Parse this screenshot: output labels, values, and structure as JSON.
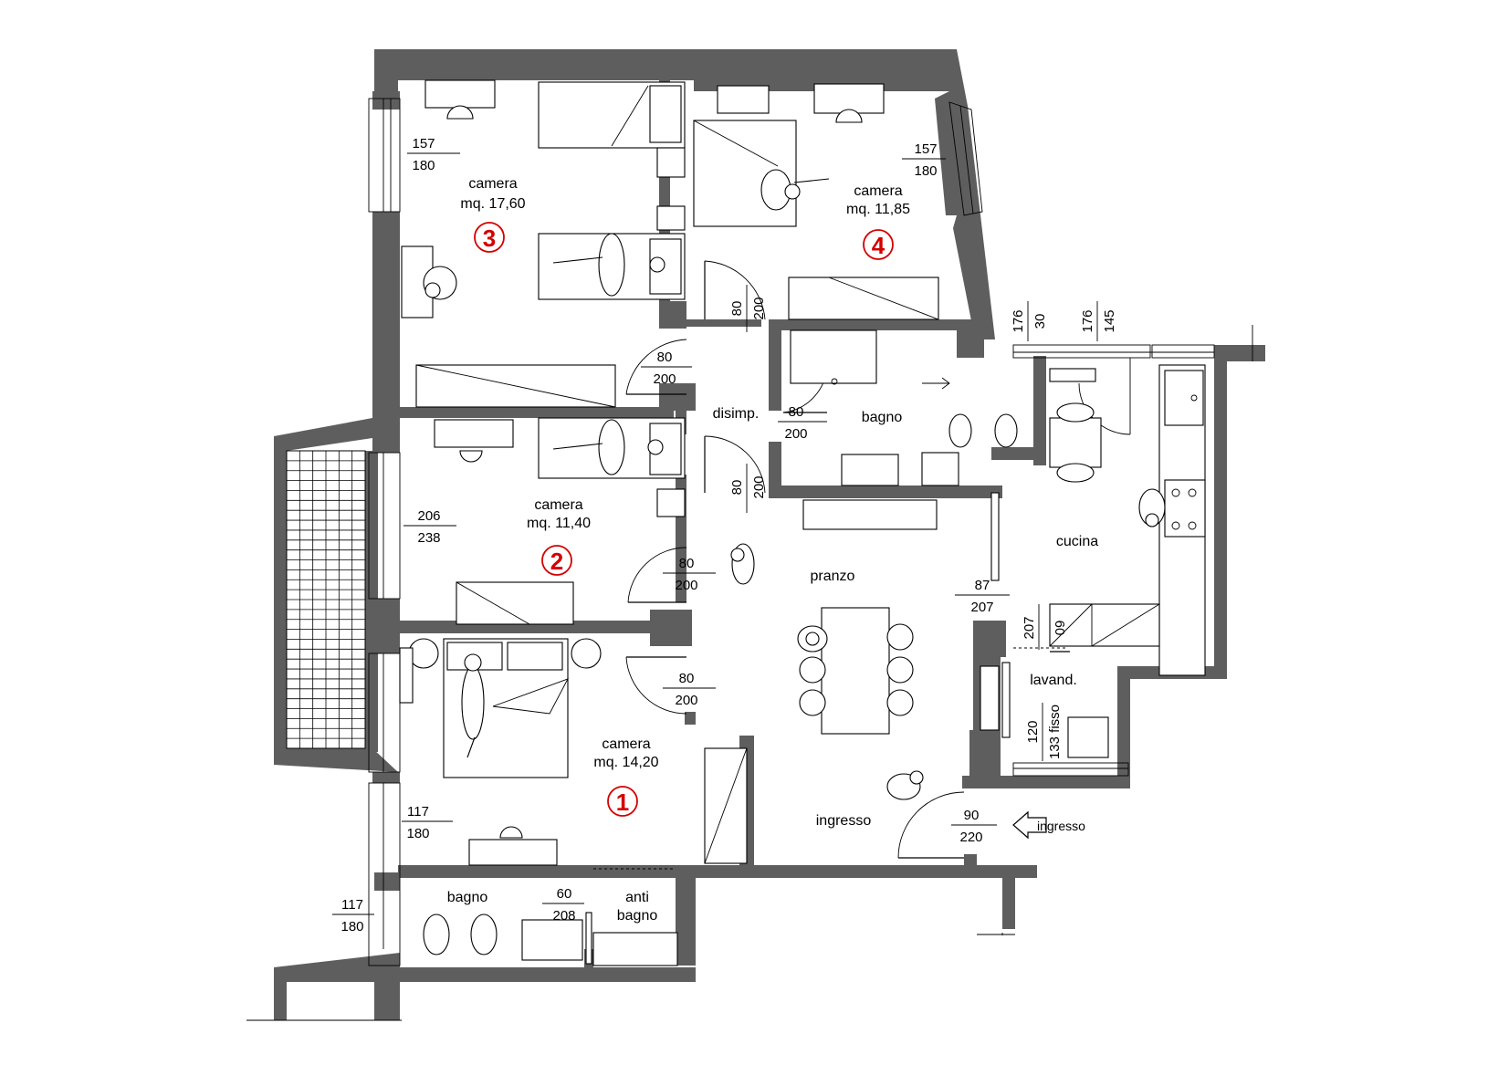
{
  "rooms": {
    "camera3": {
      "name": "camera",
      "area": "mq. 17,60",
      "number": "3"
    },
    "camera4": {
      "name": "camera",
      "area": "mq. 11,85",
      "number": "4"
    },
    "camera2": {
      "name": "camera",
      "area": "mq. 11,40",
      "number": "2"
    },
    "camera1": {
      "name": "camera",
      "area": "mq. 14,20",
      "number": "1"
    },
    "disimpegno": "disimp.",
    "bagno_top": "bagno",
    "bagno_bottom": "bagno",
    "antibagno": [
      "anti",
      "bagno"
    ],
    "pranzo": "pranzo",
    "cucina": "cucina",
    "lavanderia": "lavand.",
    "ingresso": "ingresso",
    "entrance_arrow": "ingresso"
  },
  "windows": {
    "camera3": {
      "width": "157",
      "height": "180"
    },
    "camera4": {
      "width": "157",
      "height": "180"
    },
    "camera2": {
      "width": "206",
      "height": "238"
    },
    "camera1": {
      "width": "117",
      "height": "180"
    },
    "bagno": {
      "width": "117",
      "height": "180"
    },
    "kitchen_left": {
      "width": "176",
      "height": "30"
    },
    "kitchen_right": {
      "width": "176",
      "height": "145"
    },
    "lavanderia": {
      "width": "133 fisso",
      "height": "120"
    }
  },
  "doors": {
    "camera4_door": {
      "width": "80",
      "height": "200"
    },
    "camera3_door": {
      "width": "80",
      "height": "200"
    },
    "disimp_door": {
      "width": "80",
      "height": "200"
    },
    "bagno_door": {
      "width": "80",
      "height": "200"
    },
    "camera2_door": {
      "width": "80",
      "height": "200"
    },
    "camera1_door": {
      "width": "80",
      "height": "200"
    },
    "cucina_door": {
      "width": "87",
      "height": "207"
    },
    "lavand_door": {
      "width": "60",
      "height": "207"
    },
    "entrance_door": {
      "width": "90",
      "height": "220"
    },
    "antibagno_door": {
      "width": "60",
      "height": "208"
    }
  }
}
